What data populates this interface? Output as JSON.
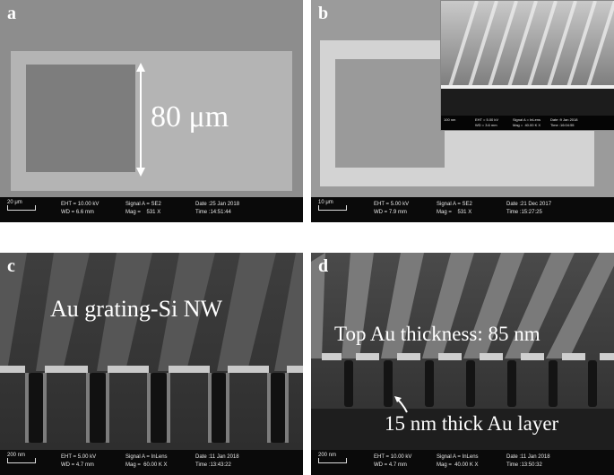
{
  "panels": {
    "a": {
      "letter": "a",
      "annotation": "80 μm",
      "scale": "20 μm",
      "eht": "EHT = 10.00 kV",
      "wd": "WD = 6.6 mm",
      "signal": "Signal A = SE2",
      "mag": "Mag =    531 X",
      "date": "Date :25 Jan 2018",
      "time": "Time :14:51:44"
    },
    "b": {
      "letter": "b",
      "scale": "10 μm",
      "eht": "EHT = 5.00 kV",
      "wd": "WD = 7.9 mm",
      "signal": "Signal A = SE2",
      "mag": "Mag =    531 X",
      "date": "Date :21 Dec 2017",
      "time": "Time :15:27:25",
      "inset": {
        "scale": "100 nm",
        "eht": "EHT = 5.00 kV",
        "wd": "WD = 3.6 mm",
        "signal": "Signal A = InLens",
        "mag": "Mag =  40.00 K X",
        "date": "Date :9 Jan 2018",
        "time": "Time :16:04:55"
      }
    },
    "c": {
      "letter": "c",
      "annotation": "Au grating-Si NW",
      "scale": "200 nm",
      "eht": "EHT = 5.00 kV",
      "wd": "WD = 4.7 mm",
      "signal": "Signal A = InLens",
      "mag": "Mag =  60.00 K X",
      "date": "Date :11 Jan 2018",
      "time": "Time :13:43:22"
    },
    "d": {
      "letter": "d",
      "annotation_top": "Top Au thickness: 85 nm",
      "annotation_bottom": "15 nm thick Au layer",
      "scale": "200 nm",
      "eht": "EHT = 10.00 kV",
      "wd": "WD = 4.7 mm",
      "signal": "Signal A = InLens",
      "mag": "Mag =  40.00 K X",
      "date": "Date :11 Jan 2018",
      "time": "Time :13:50:32"
    }
  }
}
